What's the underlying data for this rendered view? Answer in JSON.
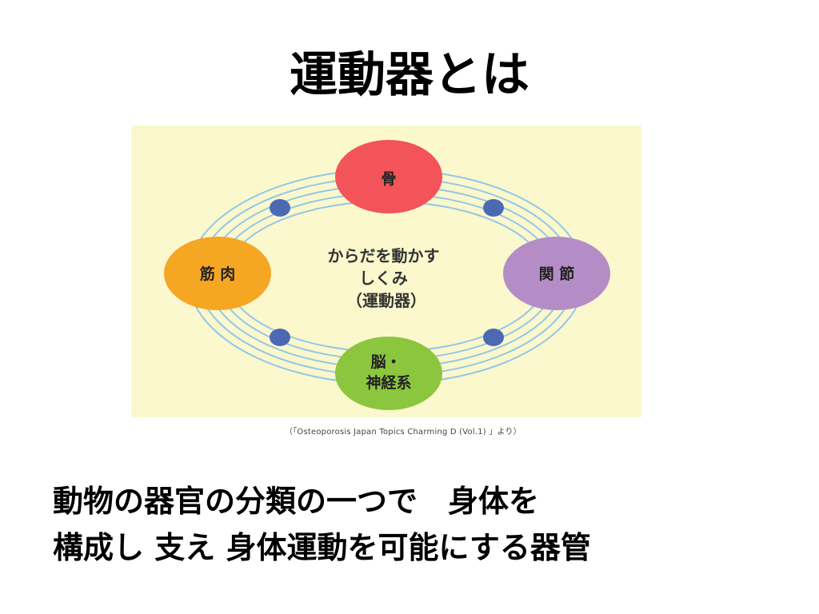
{
  "slide": {
    "title": "運動器とは",
    "caption": "（「Osteoporosis Japan Topics Charming D (Vol.1) 」より）",
    "body_lines": [
      "動物の器官の分類の一つで　身体を",
      "構成し 支え 身体運動を可能にする器管"
    ]
  },
  "diagram": {
    "center_lines": [
      "からだを動かす",
      "しくみ",
      "（運動器）"
    ],
    "nodes": {
      "top": {
        "label_lines": [
          "骨"
        ],
        "color": "#f2545a"
      },
      "left": {
        "label_lines": [
          "筋 肉"
        ],
        "color": "#f5a623"
      },
      "right": {
        "label_lines": [
          "関 節"
        ],
        "color": "#b48dc6"
      },
      "bottom": {
        "label_lines": [
          "脳・",
          "神経系"
        ],
        "color": "#8cc63f"
      }
    },
    "dot_color": "#4c6ab3",
    "ring_color": "#93c7e6"
  }
}
